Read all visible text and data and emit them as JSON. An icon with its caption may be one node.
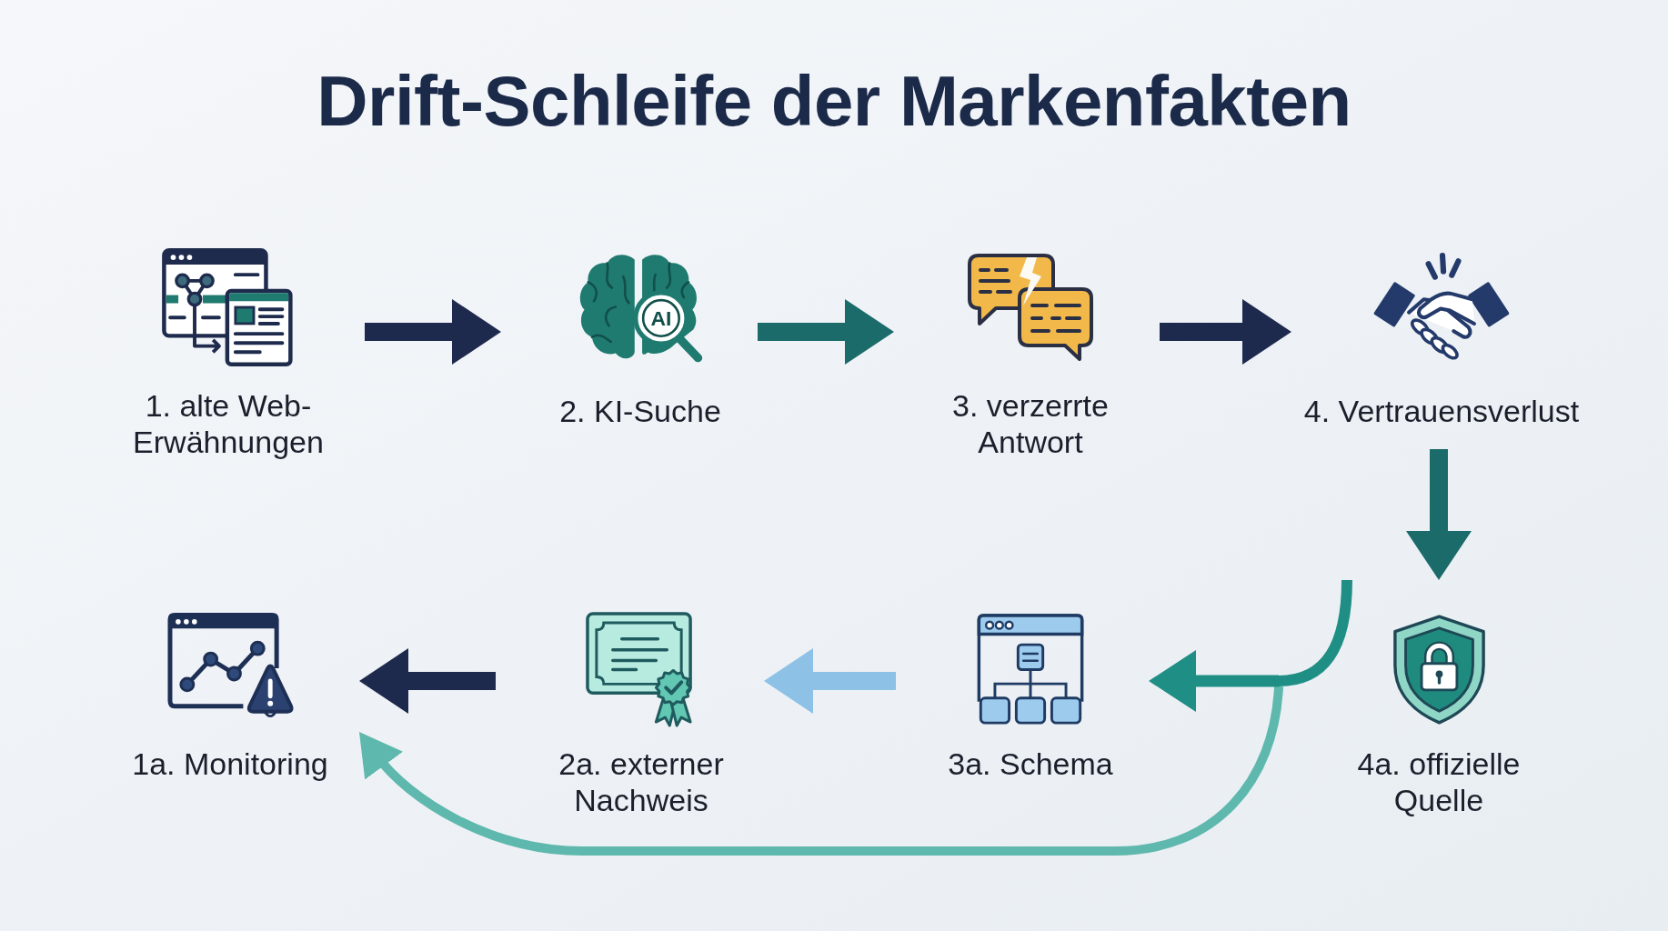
{
  "diagram": {
    "title": "Drift-Schleife der Markenfakten",
    "nodes": [
      {
        "text": [
          "1. alte Web- Erwähnungen"
        ]
      },
      {
        "text": [
          "2. KI-Suche"
        ]
      },
      {
        "text": [
          "3. verzerrte Antwort"
        ]
      },
      {
        "text": [
          "4. Vertrauensverlust"
        ]
      },
      {
        "text": [
          "1a. Monitoring"
        ]
      },
      {
        "text": [
          "2a. externer Nachweis"
        ]
      },
      {
        "text": [
          "3a. Schema"
        ]
      },
      {
        "text": [
          "4a. offizielle Quelle"
        ]
      }
    ],
    "edges": [
      {
        "from": 0,
        "to": 1,
        "arrow": "to"
      },
      {
        "from": 1,
        "to": 2,
        "arrow": "to",
        "color": "#1b6b6b"
      },
      {
        "from": 2,
        "to": 3,
        "arrow": "to"
      },
      {
        "from": 3,
        "to": 7,
        "arrow": "to",
        "color": "#1b6b6b"
      },
      {
        "from": 7,
        "to": 6,
        "arrow": "to",
        "color": "#1f8f85"
      },
      {
        "from": 7,
        "to": 4,
        "arrow": "to",
        "color": "#5fb8ad"
      },
      {
        "from": 6,
        "to": 5,
        "arrow": "to",
        "color": "#8dc1e6"
      },
      {
        "from": 5,
        "to": 4,
        "arrow": "to"
      }
    ],
    "labels": [
      "AI"
    ]
  }
}
